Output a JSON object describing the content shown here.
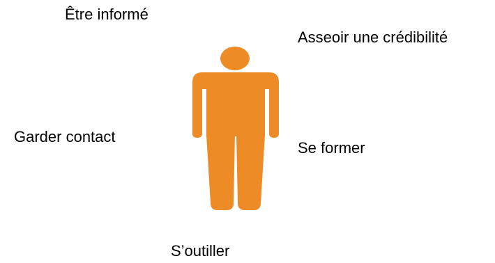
{
  "labels": {
    "informe": "Être informé",
    "credibilite": "Asseoir une crédibilité",
    "contact": "Garder contact",
    "former": "Se former",
    "outiller": "S’outiller"
  },
  "figure": {
    "icon": "person-icon",
    "color": "#ED8B27"
  }
}
